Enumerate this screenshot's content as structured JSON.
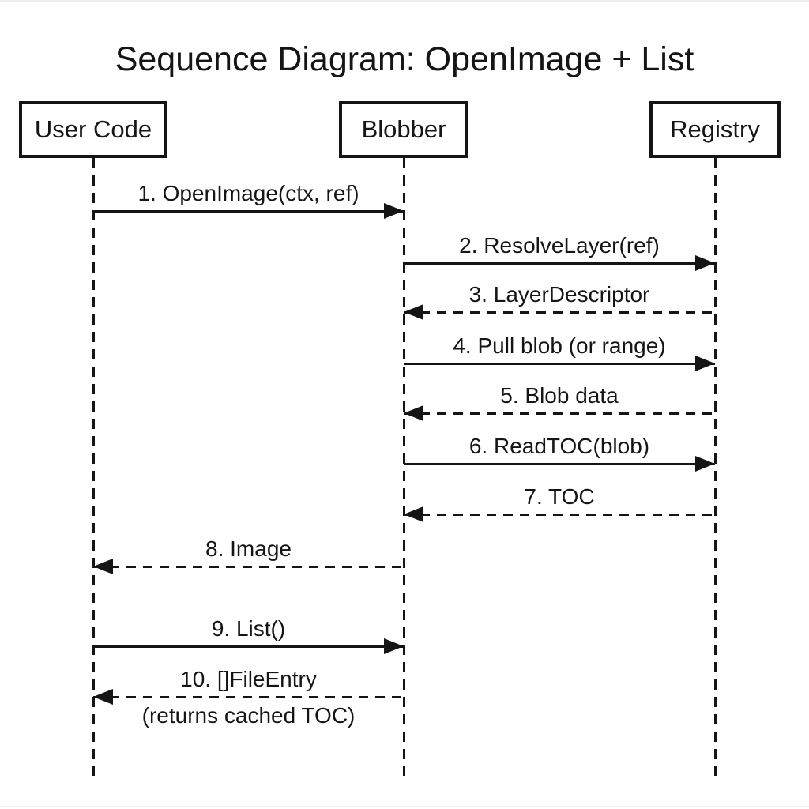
{
  "title": "Sequence Diagram: OpenImage + List",
  "colors": {
    "ink": "#151515",
    "background": "#ffffff"
  },
  "actors": [
    {
      "name": "User Code"
    },
    {
      "name": "Blobber"
    },
    {
      "name": "Registry"
    }
  ],
  "messages": [
    {
      "num": 1,
      "label": "1. OpenImage(ctx, ref)",
      "from": "User Code",
      "to": "Blobber",
      "line": "solid"
    },
    {
      "num": 2,
      "label": "2. ResolveLayer(ref)",
      "from": "Blobber",
      "to": "Registry",
      "line": "solid"
    },
    {
      "num": 3,
      "label": "3. LayerDescriptor",
      "from": "Registry",
      "to": "Blobber",
      "line": "dashed"
    },
    {
      "num": 4,
      "label": "4. Pull blob (or range)",
      "from": "Blobber",
      "to": "Registry",
      "line": "solid"
    },
    {
      "num": 5,
      "label": "5. Blob data",
      "from": "Registry",
      "to": "Blobber",
      "line": "dashed"
    },
    {
      "num": 6,
      "label": "6. ReadTOC(blob)",
      "from": "Blobber",
      "to": "Registry",
      "line": "solid"
    },
    {
      "num": 7,
      "label": "7. TOC",
      "from": "Registry",
      "to": "Blobber",
      "line": "dashed"
    },
    {
      "num": 8,
      "label": "8. Image",
      "from": "Blobber",
      "to": "User Code",
      "line": "dashed"
    },
    {
      "num": 9,
      "label": "9. List()",
      "from": "User Code",
      "to": "Blobber",
      "line": "solid"
    },
    {
      "num": 10,
      "label": "10. []FileEntry",
      "sublabel": "(returns cached TOC)",
      "from": "Blobber",
      "to": "User Code",
      "line": "dashed"
    }
  ]
}
